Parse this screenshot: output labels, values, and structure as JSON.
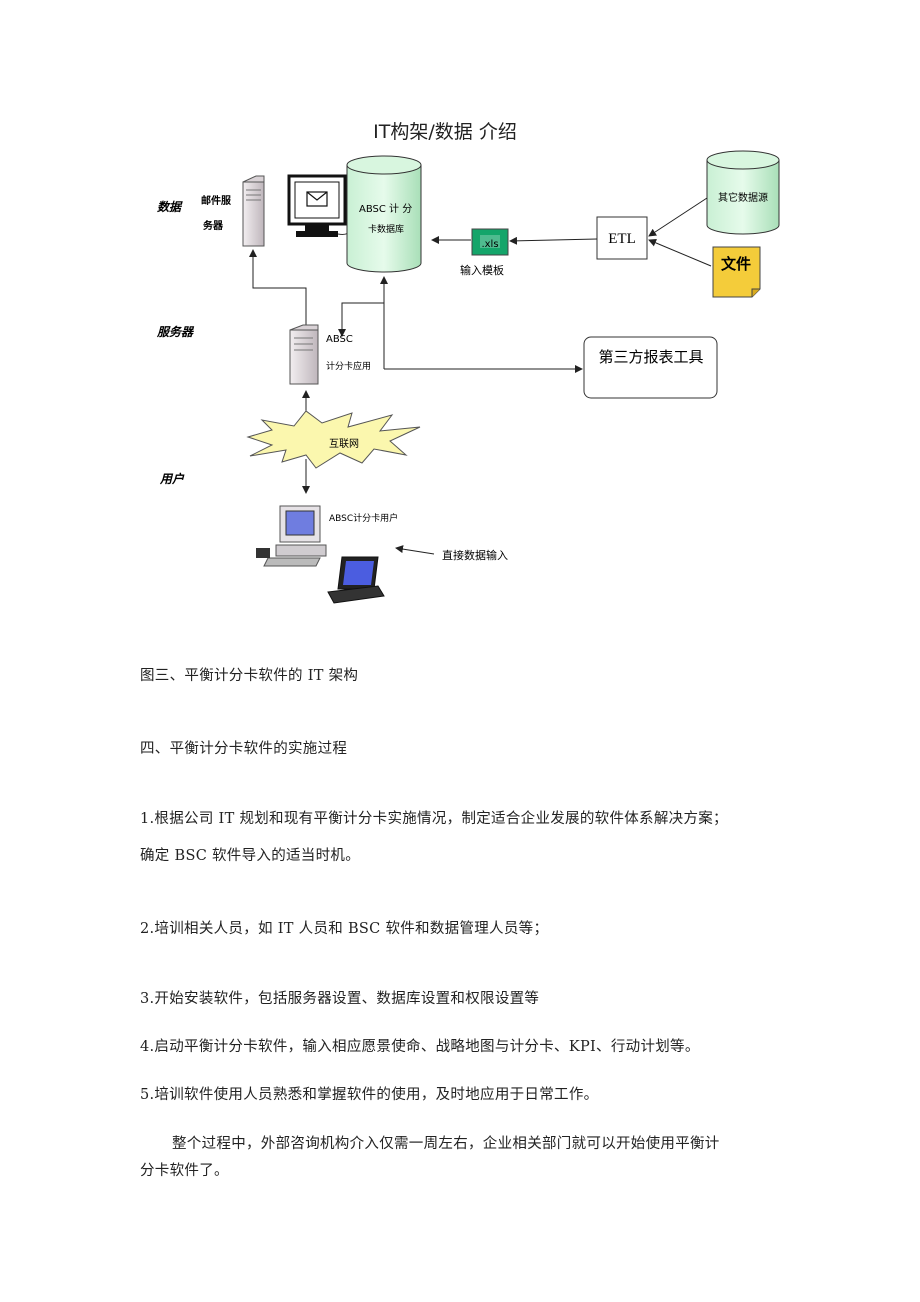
{
  "diagram": {
    "title": "IT构架/数据 介绍",
    "side_labels": {
      "data": "数据",
      "server": "服务器",
      "user": "用户"
    },
    "mail_server": "邮件服务器",
    "database_label_line1": "ABSC 计 分",
    "database_label_line2": "卡数据库",
    "xls_label": ".xls",
    "input_template": "输入模板",
    "etl": "ETL",
    "other_source": "其它数据源",
    "file": "文件",
    "app_label_line1": "ABSC",
    "app_label_line2": "计分卡应用",
    "third_party_tool": "第三方报表工具",
    "network": "互联网",
    "end_user": "ABSC计分卡用户",
    "direct_input": "直接数据输入"
  },
  "caption": "图三、平衡计分卡软件的 IT 架构",
  "section_heading": "四、平衡计分卡软件的实施过程",
  "steps": [
    {
      "line1": "1.根据公司 IT 规划和现有平衡计分卡实施情况，制定适合企业发展的软件体系解决方案；",
      "line2": "确定 BSC 软件导入的适当时机。"
    },
    {
      "line1": "2.培训相关人员，如 IT 人员和 BSC 软件和数据管理人员等；"
    },
    {
      "line1": "3.开始安装软件，包括服务器设置、数据库设置和权限设置等"
    },
    {
      "line1": "4.启动平衡计分卡软件，输入相应愿景使命、战略地图与计分卡、KPI、行动计划等。"
    },
    {
      "line1": "5.培训软件使用人员熟悉和掌握软件的使用，及时地应用于日常工作。"
    }
  ],
  "closing": {
    "line1": "整个过程中，外部咨询机构介入仅需一周左右，企业相关部门就可以开始使用平衡计",
    "line2": "分卡软件了。"
  }
}
